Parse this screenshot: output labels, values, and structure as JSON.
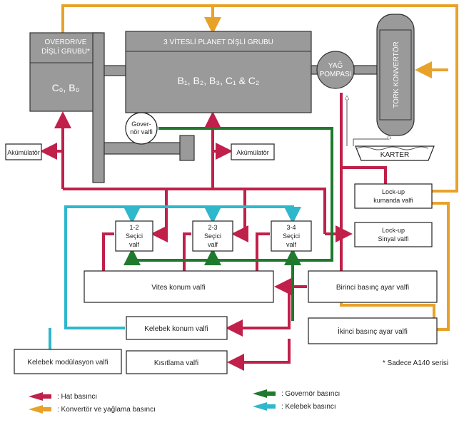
{
  "colors": {
    "line": "#c0204a",
    "converter": "#e8a22a",
    "governor": "#1f7a2e",
    "throttle": "#2fb7cc",
    "gray": "#9a9a9a"
  },
  "components": {
    "overdrive_title_1": "OVERDRIVE",
    "overdrive_title_2": "DİŞLİ GRUBU*",
    "overdrive_elements": "C₀, B₀",
    "planetary_title": "3 VİTESLİ PLANET DİŞLİ GRUBU",
    "planetary_elements": "B₁, B₂, B₃, C₁ & C₂",
    "oil_pump_1": "YAĞ",
    "oil_pump_2": "POMPASI",
    "torque_converter": "TORK KONVERTÖR",
    "crankcase": "KARTER",
    "governor_valve_1": "Gover-",
    "governor_valve_2": "nör valfi",
    "accumulator_left": "Akümülatör",
    "accumulator_right": "Akümülatör",
    "selector_12_num": "1-2",
    "selector_23_num": "2-3",
    "selector_34_num": "3-4",
    "selector_word": "Seçici",
    "valve_word": "valf",
    "lockup_control_1": "Lock-up",
    "lockup_control_2": "kumanda valfi",
    "lockup_signal_1": "Lock-up",
    "lockup_signal_2": "Sinyal valfi",
    "shift_position_valve": "Vites konum valfi",
    "primary_pressure_valve": "Birinci basınç ayar valfi",
    "throttle_position_valve": "Kelebek konum valfi",
    "secondary_pressure_valve": "İkinci basınç ayar valfi",
    "throttle_modulation_valve": "Kelebek modülasyon valfi",
    "restriction_valve": "Kısıtlama valfi"
  },
  "footnote": "* Sadece A140 serisi",
  "legend": [
    {
      "label": ": Hat basıncı",
      "color": "#c0204a"
    },
    {
      "label": ": Konvertör ve yağlama basıncı",
      "color": "#e8a22a"
    },
    {
      "label": ": Governör basıncı",
      "color": "#1f7a2e"
    },
    {
      "label": ": Kelebek basıncı",
      "color": "#2fb7cc"
    }
  ]
}
